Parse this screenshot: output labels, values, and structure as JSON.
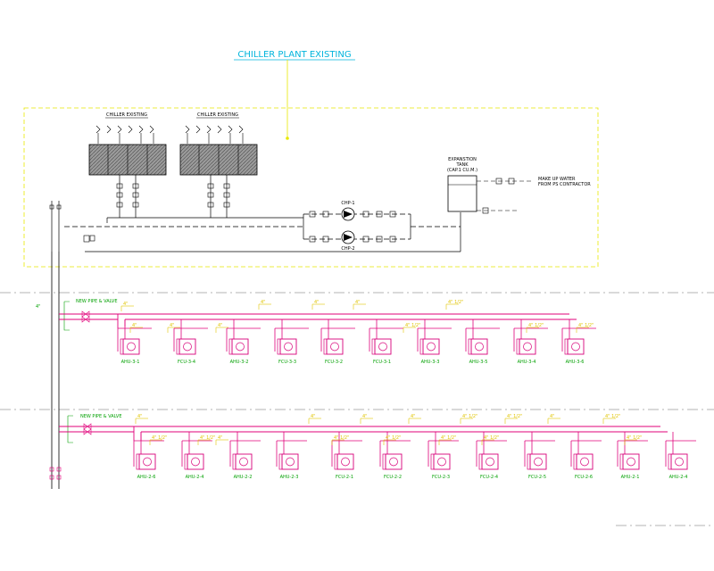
{
  "title": "CHILLER PLANT EXISTING",
  "plant": {
    "chillers": [
      {
        "label": "CHILLER EXISTING"
      },
      {
        "label": "CHILLER EXISTING"
      }
    ],
    "pumps": [
      {
        "label": "CHP-1"
      },
      {
        "label": "CHP-2"
      }
    ],
    "tank": {
      "label1": "EXPANSTION",
      "label2": "TANK",
      "label3": "(CAP.1 CU.M.)"
    },
    "makeup": {
      "line1": "MAKE UP WATER",
      "line2": "FROM PS CONTRACTOR"
    }
  },
  "branch1": {
    "header_label": "NEW PIPE & VALVE",
    "main_size": "4\"",
    "sizes": [
      "4\"",
      "4\"",
      "4\"",
      "4\"",
      "4\"",
      "4\"",
      "4\"",
      "4\" 1/2\"",
      "4\" 1/2\"",
      "4\" 1/2\"",
      "4\" 1/2\""
    ],
    "units": [
      "AHU-3-1",
      "FCU-3-4",
      "AHU-3-2",
      "FCU-3-3",
      "FCU-3-2",
      "FCU-3-1",
      "AHU-3-3",
      "AHU-3-5",
      "AHU-3-4",
      "AHU-3-6"
    ]
  },
  "branch2": {
    "header_label": "NEW PIPE & VALVE",
    "sizes": [
      "4\"",
      "4\"",
      "4\"",
      "4\"",
      "4\"",
      "4\" 1/2\"",
      "4\" 1/2\"",
      "4\"",
      "4\" 1/2\"",
      "4\" 1/2\"",
      "4\" 1/2\"",
      "4\" 1/2\"",
      "4\" 1/2\"",
      "4\" 1/2\"",
      "4\" 1/2\"",
      "4\" 1/2\""
    ],
    "units": [
      "AHU-2-6",
      "AHU-2-4",
      "AHU-2-2",
      "AHU-2-3",
      "FCU-2-1",
      "FCU-2-2",
      "FCU-2-3",
      "FCU-2-4",
      "FCU-2-5",
      "FCU-2-6",
      "AHU-2-1",
      "AHU-2-4"
    ]
  },
  "colors": {
    "pipe": "#e0007a",
    "unit": "#d8007a",
    "plant": "#000000",
    "dim": "#e0c400",
    "text": "#00a000",
    "title": "#00b4dc",
    "border": "#e8e800"
  }
}
